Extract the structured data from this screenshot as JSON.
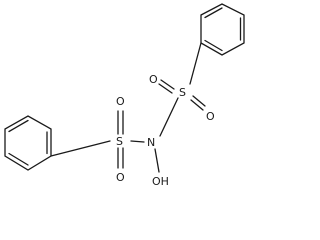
{
  "molecule": {
    "atoms": {
      "sulfur_upper": "S",
      "sulfur_lower": "S",
      "nitrogen": "N",
      "hydroxyl": "OH",
      "oxygen_1": "O",
      "oxygen_2": "O",
      "oxygen_3": "O",
      "oxygen_4": "O"
    },
    "colors": {
      "bond": "#1a1a1a",
      "background": "#ffffff"
    }
  }
}
